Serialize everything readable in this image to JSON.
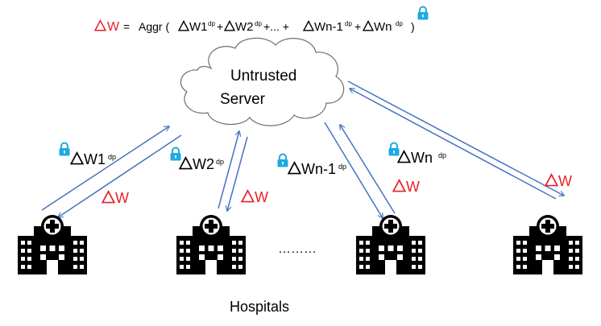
{
  "formula": {
    "lhs": "W",
    "equals": "=",
    "aggr": "Aggr (",
    "t1": "W1",
    "t1_sup": "dp",
    "plus1": "+",
    "t2": "W2",
    "t2_sup": "dp",
    "plus2": "+... +",
    "t3": "Wn-1",
    "t3_sup": "dp",
    "plus3": "+",
    "t4": "Wn",
    "t4_sup": "dp",
    "close": ")"
  },
  "server": {
    "line1": "Untrusted",
    "line2": "Server"
  },
  "uploads": [
    {
      "base": "W1",
      "sup": "dp"
    },
    {
      "base": "W2",
      "sup": "dp"
    },
    {
      "base": "Wn-1",
      "sup": "dp"
    },
    {
      "base": "Wn",
      "sup": "dp"
    }
  ],
  "downloads": [
    "W",
    "W",
    "W",
    "W"
  ],
  "ellipsis": "………",
  "caption": "Hospitals",
  "colors": {
    "arrow": "#4472c4",
    "delta_red": "#e8202a",
    "lock": "#1fa9e0",
    "text": "#000000"
  },
  "icons": [
    "cloud-icon",
    "lock-icon",
    "hospital-icon",
    "delta-icon"
  ]
}
